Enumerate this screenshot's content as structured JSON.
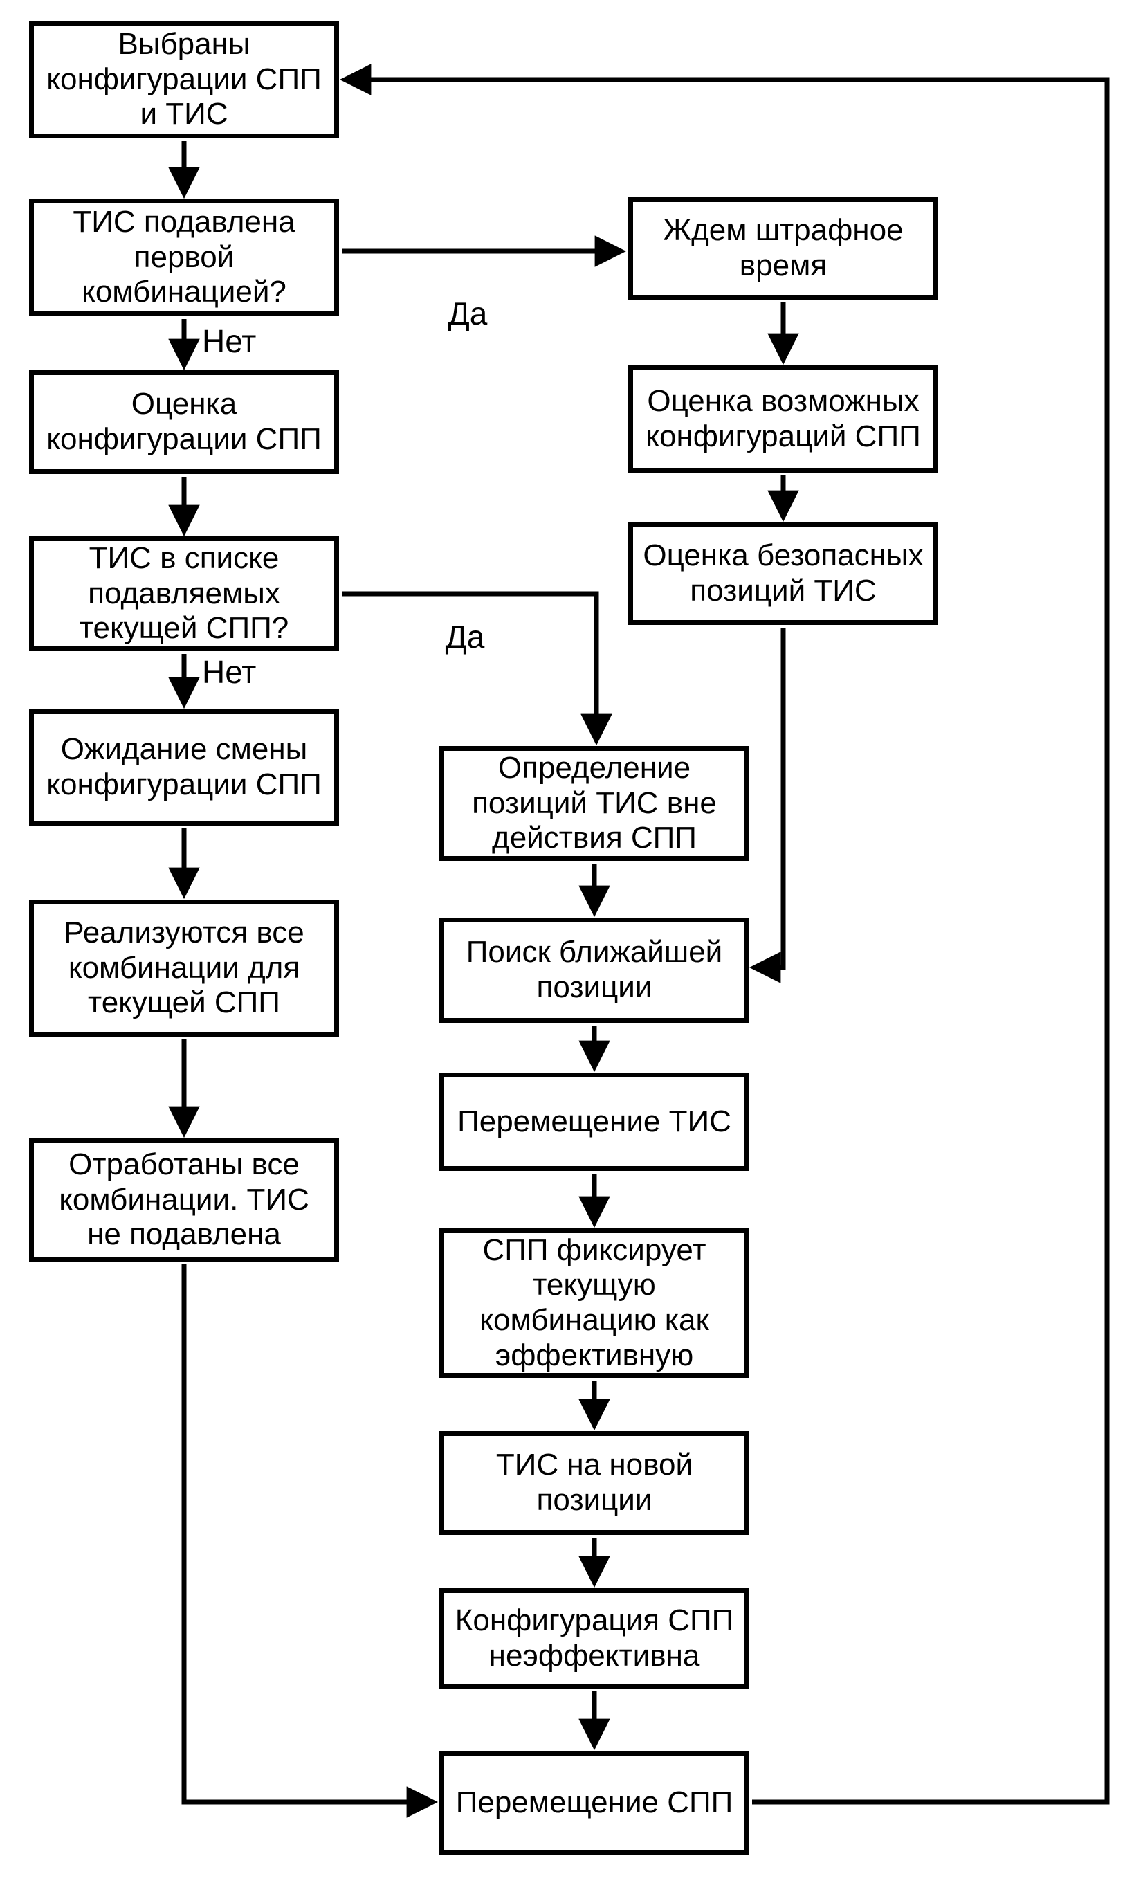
{
  "canvas": {
    "background_color": "#ffffff",
    "line_color": "#000000",
    "text_color": "#000000",
    "node_fill_color": "#ffffff"
  },
  "diagram": {
    "type": "flowchart",
    "nodes": [
      {
        "id": "start",
        "label": "Выбраны\nконфигурации СПП\nи ТИС"
      },
      {
        "id": "q-first-combo",
        "label": "ТИС подавлена\nпервой\nкомбинацией?"
      },
      {
        "id": "eval-spp-config",
        "label": "Оценка\nконфигурации СПП"
      },
      {
        "id": "q-in-suppress-list",
        "label": "ТИС в списке\nподавляемых\nтекущей СПП?"
      },
      {
        "id": "wait-config-change",
        "label": "Ожидание смены\nконфигурации СПП"
      },
      {
        "id": "all-combinations",
        "label": "Реализуются все\nкомбинации для\nтекущей СПП"
      },
      {
        "id": "combos-done",
        "label": "Отработаны все\nкомбинации. ТИС\nне подавлена"
      },
      {
        "id": "wait-penalty-time",
        "label": "Ждем штрафное\nвремя"
      },
      {
        "id": "eval-possible-configs",
        "label": "Оценка возможных\nконфигураций СПП"
      },
      {
        "id": "eval-safe-positions",
        "label": "Оценка безопасных\nпозиций ТИС"
      },
      {
        "id": "determine-positions",
        "label": "Определение\nпозиций ТИС вне\nдействия СПП"
      },
      {
        "id": "find-nearest-position",
        "label": "Поиск ближайшей\nпозиции"
      },
      {
        "id": "move-tis",
        "label": "Перемещение ТИС"
      },
      {
        "id": "spp-fixes-combo",
        "label": "СПП фиксирует\nтекущую\nкомбинацию как\nэффективную"
      },
      {
        "id": "tis-new-position",
        "label": "ТИС на новой\nпозиции"
      },
      {
        "id": "spp-config-ineffective",
        "label": "Конфигурация СПП\nнеэффективна"
      },
      {
        "id": "move-spp",
        "label": "Перемещение СПП"
      }
    ],
    "edge_labels": {
      "yes_to_penalty": "Да",
      "no_below_first_question": "Нет",
      "yes_to_determine": "Да",
      "no_below_list_question": "Нет"
    }
  }
}
